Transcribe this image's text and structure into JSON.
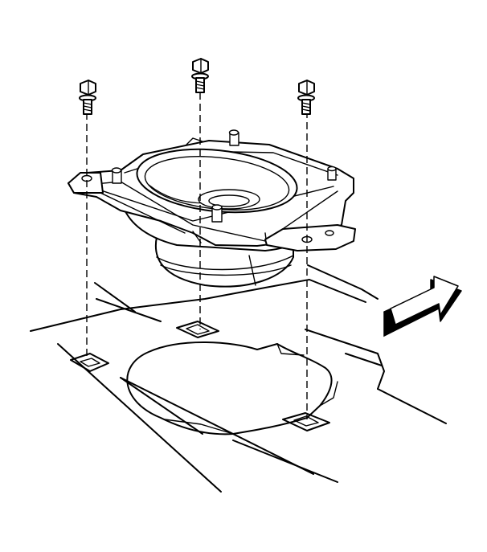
{
  "diagram": {
    "colors": {
      "line": "#000000",
      "background": "#ffffff"
    },
    "components": [
      "bolt-left",
      "bolt-center",
      "bolt-right",
      "speaker-assembly",
      "mounting-panel",
      "direction-arrow"
    ],
    "icons": {
      "direction": "forward-arrow-icon"
    }
  }
}
